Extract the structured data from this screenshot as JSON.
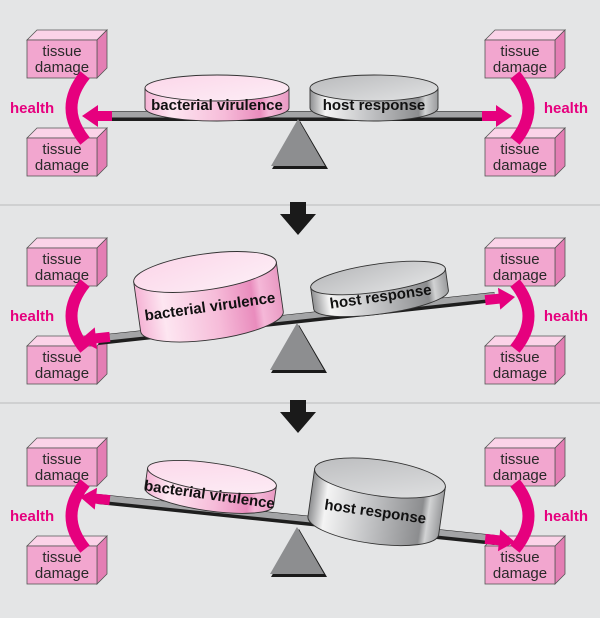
{
  "colors": {
    "panel_bg": "#e4e5e6",
    "panel_gap": "#c9cbcc",
    "box_front": "#f2a6cf",
    "box_top": "#fbd3e8",
    "box_side": "#e47eb4",
    "accent_magenta": "#e6007e",
    "drum_pink": "#f7c2dd",
    "drum_grey": "#b5b6b8",
    "fulcrum": "#8d8e90",
    "down_arrow": "#1a1a1a"
  },
  "labels": {
    "box": [
      "tissue",
      "damage"
    ],
    "health": "health",
    "bacterial": "bacterial virulence",
    "host": "host response"
  },
  "panels": [
    {
      "id": "balanced",
      "state": "balanced",
      "beam_tilt": "level",
      "left_arrow_points_to": "health",
      "right_arrow_points_to": "health",
      "bacterial_size": "small",
      "host_size": "small"
    },
    {
      "id": "bacteria-dominant",
      "state": "bacterial virulence outweighs host response",
      "beam_tilt": "left-down",
      "left_arrow_points_to": "tissue damage (bottom)",
      "right_arrow_points_to": "tissue damage (top)",
      "bacterial_size": "large",
      "host_size": "small"
    },
    {
      "id": "host-dominant",
      "state": "host response outweighs bacterial virulence",
      "beam_tilt": "right-down",
      "left_arrow_points_to": "tissue damage (top)",
      "right_arrow_points_to": "tissue damage (bottom)",
      "bacterial_size": "small",
      "host_size": "large"
    }
  ]
}
